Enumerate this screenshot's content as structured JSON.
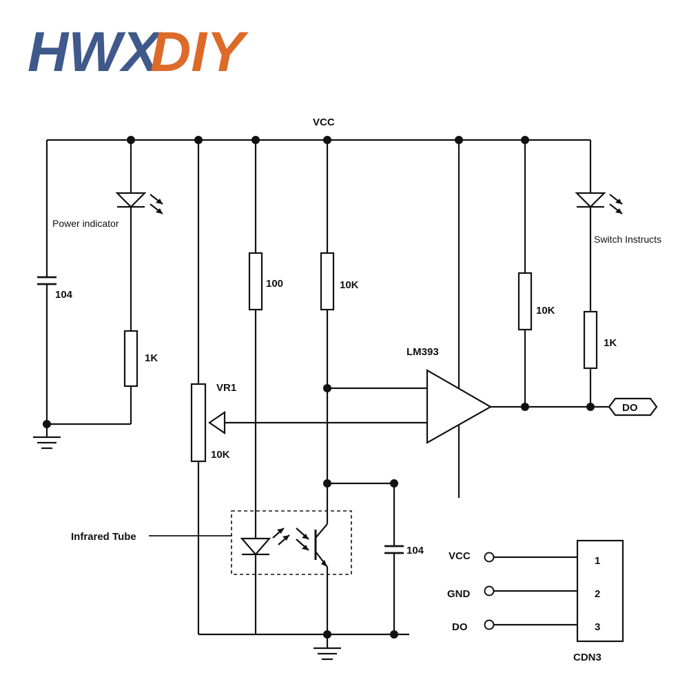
{
  "logo": {
    "text": "HWX DIY",
    "part1": "HWX",
    "part2": "DIY",
    "colors": {
      "blue": "#3f5a8a",
      "orange": "#dd6a28"
    }
  },
  "labels": {
    "vcc_rail": "VCC",
    "power_indicator": "Power indicator",
    "switch_instructs": "Switch Instructs",
    "cap_left": "104",
    "r_1k_left": "1K",
    "r_100": "100",
    "r_10k_mid": "10K",
    "vr1": "VR1",
    "vr1_value": "10K",
    "lm393": "LM393",
    "r_10k_right": "10K",
    "r_1k_right": "1K",
    "do_output": "DO",
    "infrared_tube": "Infrared Tube",
    "cap_right": "104"
  },
  "connector": {
    "name": "CDN3",
    "pins": [
      {
        "label": "VCC",
        "number": "1"
      },
      {
        "label": "GND",
        "number": "2"
      },
      {
        "label": "DO",
        "number": "3"
      }
    ]
  }
}
